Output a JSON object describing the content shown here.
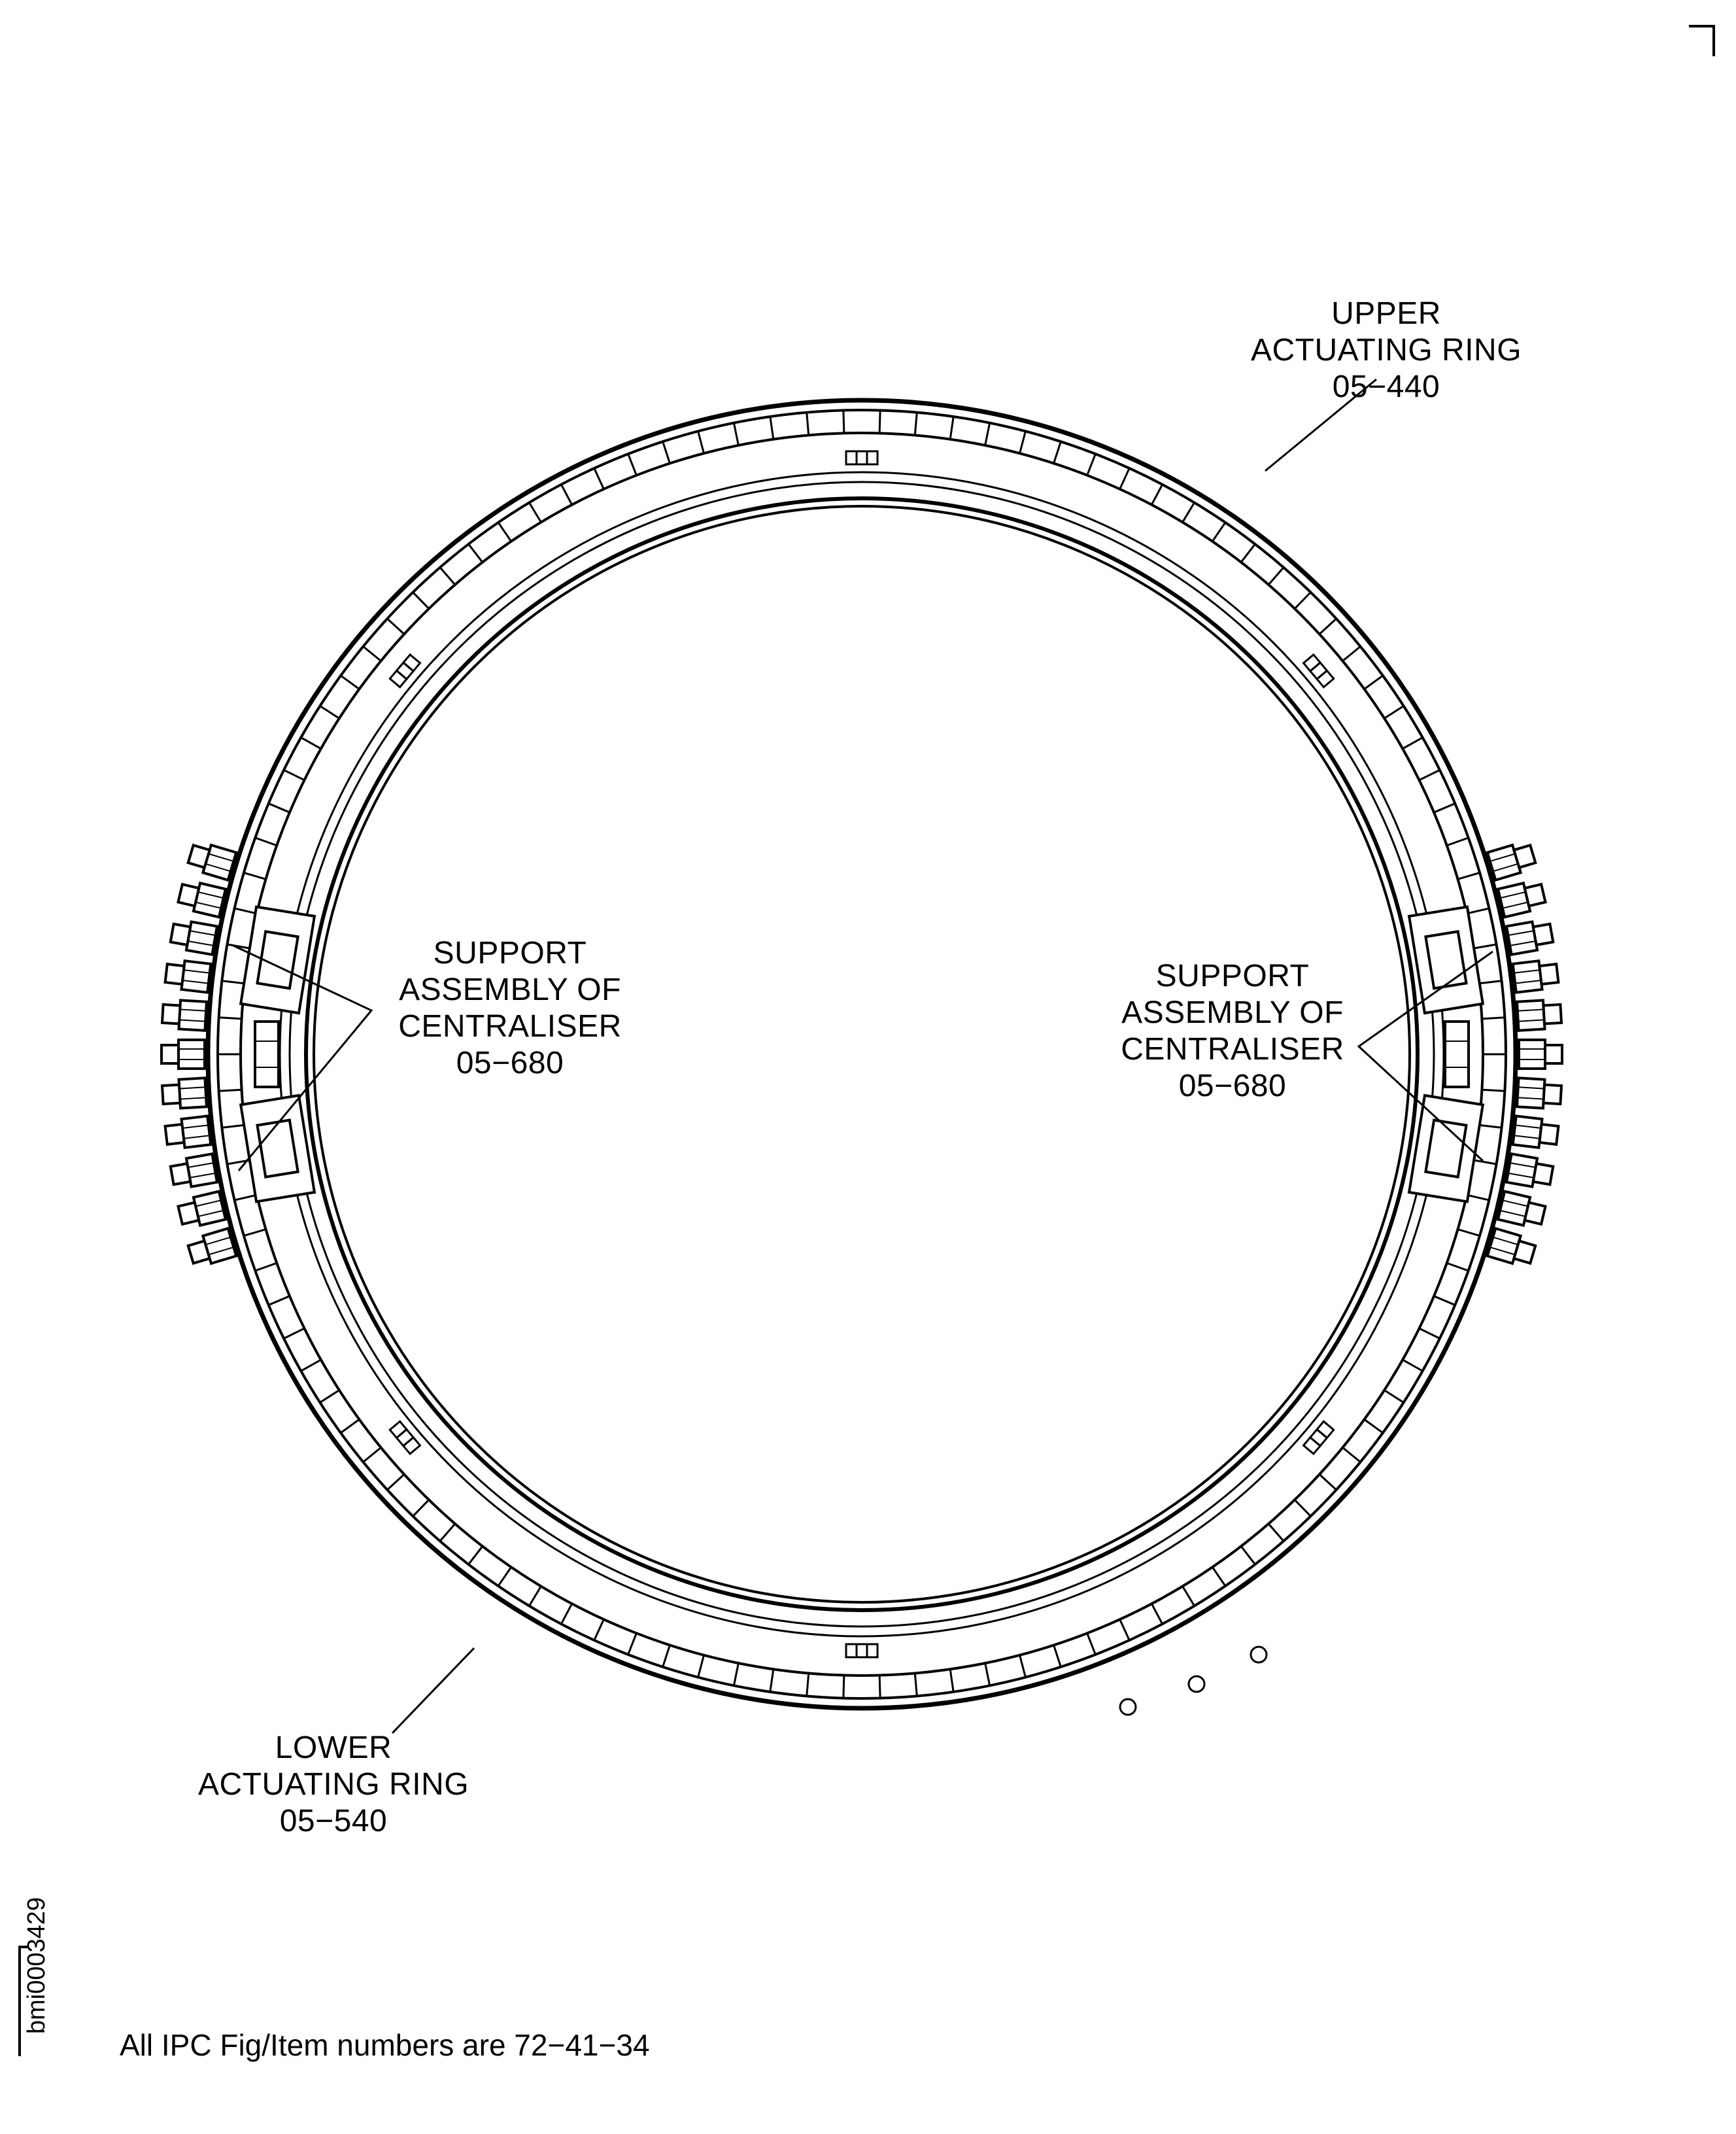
{
  "labels": {
    "upper_ring": [
      "UPPER",
      "ACTUATING RING",
      "05−440"
    ],
    "support_left": [
      "SUPPORT",
      "ASSEMBLY OF",
      "CENTRALISER",
      "05−680"
    ],
    "support_right": [
      "SUPPORT",
      "ASSEMBLY OF",
      "CENTRALISER",
      "05−680"
    ],
    "lower_ring": [
      "LOWER",
      "ACTUATING RING",
      "05−540"
    ]
  },
  "footer_note": "All IPC Fig/Item numbers are 72−41−34",
  "drawing_id": "bmi0003429",
  "colors": {
    "line": "#000000",
    "background": "#ffffff"
  }
}
